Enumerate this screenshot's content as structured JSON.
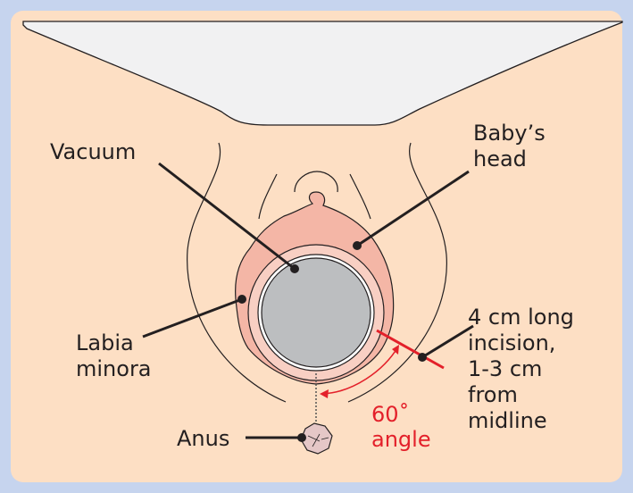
{
  "labels": {
    "vacuum": "Vacuum",
    "babys_head": [
      "Baby’s",
      "head"
    ],
    "labia_minora": [
      "Labia",
      "minora"
    ],
    "incision": [
      "4 cm long",
      "incision,",
      "1-3 cm",
      "from",
      "midline"
    ],
    "angle": [
      "60˚",
      "angle"
    ],
    "anus": "Anus"
  },
  "colors": {
    "frame": "#c6d4ee",
    "skin": "#fddfc4",
    "labia_outer": "#f4b6a6",
    "labia_inner": "#f8cfc3",
    "vacuum": "#bcbec0",
    "incision": "#e3202a"
  }
}
